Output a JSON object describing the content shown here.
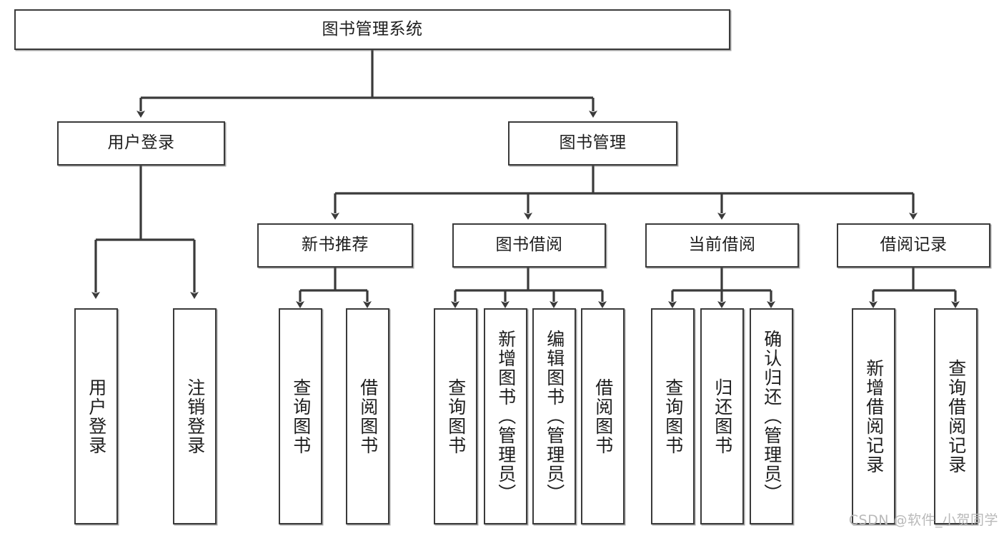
{
  "diagram": {
    "title": "图书管理系统",
    "root": {
      "label": "图书管理系统"
    },
    "level2": [
      {
        "label": "用户登录"
      },
      {
        "label": "图书管理"
      }
    ],
    "level3": [
      {
        "label": "新书推荐"
      },
      {
        "label": "图书借阅"
      },
      {
        "label": "当前借阅"
      },
      {
        "label": "借阅记录"
      }
    ],
    "leaves": {
      "user_login": [
        {
          "label": "用户登录"
        },
        {
          "label": "注销登录"
        }
      ],
      "new_book_recommend": [
        {
          "label": "查询图书"
        },
        {
          "label": "借阅图书"
        }
      ],
      "book_borrow": [
        {
          "label": "查询图书"
        },
        {
          "label": "新增图书（管理员）"
        },
        {
          "label": "编辑图书（管理员）"
        },
        {
          "label": "借阅图书"
        }
      ],
      "current_borrow": [
        {
          "label": "查询图书"
        },
        {
          "label": "归还图书"
        },
        {
          "label": "确认归还（管理员）"
        }
      ],
      "borrow_records": [
        {
          "label": "新增借阅记录"
        },
        {
          "label": "查询借阅记录"
        }
      ]
    }
  },
  "watermark": {
    "text": "CSDN @软件_小贺同学"
  },
  "colors": {
    "stroke": "#3a3a3a",
    "box_fill": "#ffffff",
    "text": "#1d1d1d",
    "watermark": "#b9b9b9",
    "background": "#ffffff"
  }
}
